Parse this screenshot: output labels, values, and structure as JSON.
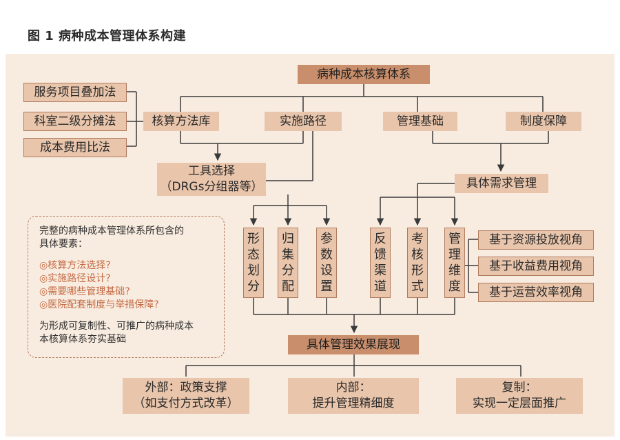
{
  "title": "图 1  病种成本管理体系构建",
  "nodes": {
    "top": "病种成本核算体系",
    "methods": [
      "服务项目叠加法",
      "科室二级分摊法",
      "成本费用比法"
    ],
    "level2": [
      "核算方法库",
      "实施路径",
      "管理基础",
      "制度保障"
    ],
    "tool_selection": [
      "工具选择",
      "（DRGs分组器等）"
    ],
    "specific_needs": "具体需求管理",
    "left_columns": [
      [
        "形",
        "态",
        "划",
        "分"
      ],
      [
        "归",
        "集",
        "分",
        "配"
      ],
      [
        "参",
        "数",
        "设",
        "置"
      ]
    ],
    "right_columns": [
      [
        "反",
        "馈",
        "渠",
        "道"
      ],
      [
        "考",
        "核",
        "形",
        "式"
      ],
      [
        "管",
        "理",
        "维",
        "度"
      ]
    ],
    "perspectives": [
      "基于资源投放视角",
      "基于收益费用视角",
      "基于运营效率视角"
    ],
    "effect": "具体管理效果展现",
    "outcomes": [
      [
        "外部：政策支撑",
        "（如支付方式改革）"
      ],
      [
        "内部：",
        "提升管理精细度"
      ],
      [
        "复制：",
        "实现一定层面推广"
      ]
    ]
  },
  "note": {
    "intro": [
      "完整的病种成本管理体系所包含的",
      "具体要素："
    ],
    "questions": [
      "◎核算方法选择?",
      "◎实施路径设计?",
      "◎需要哪些管理基础?",
      "◎医院配套制度与举措保障?"
    ],
    "conclusion": [
      "为形成可复制性、可推广的病种成本",
      "本核算体系夯实基础"
    ]
  },
  "colors": {
    "panel": "#f8ece0",
    "box_light": "#e9c5ab",
    "box_dark": "#c98f6c",
    "line": "#3a3a3a",
    "note_question": "#c56b45"
  }
}
